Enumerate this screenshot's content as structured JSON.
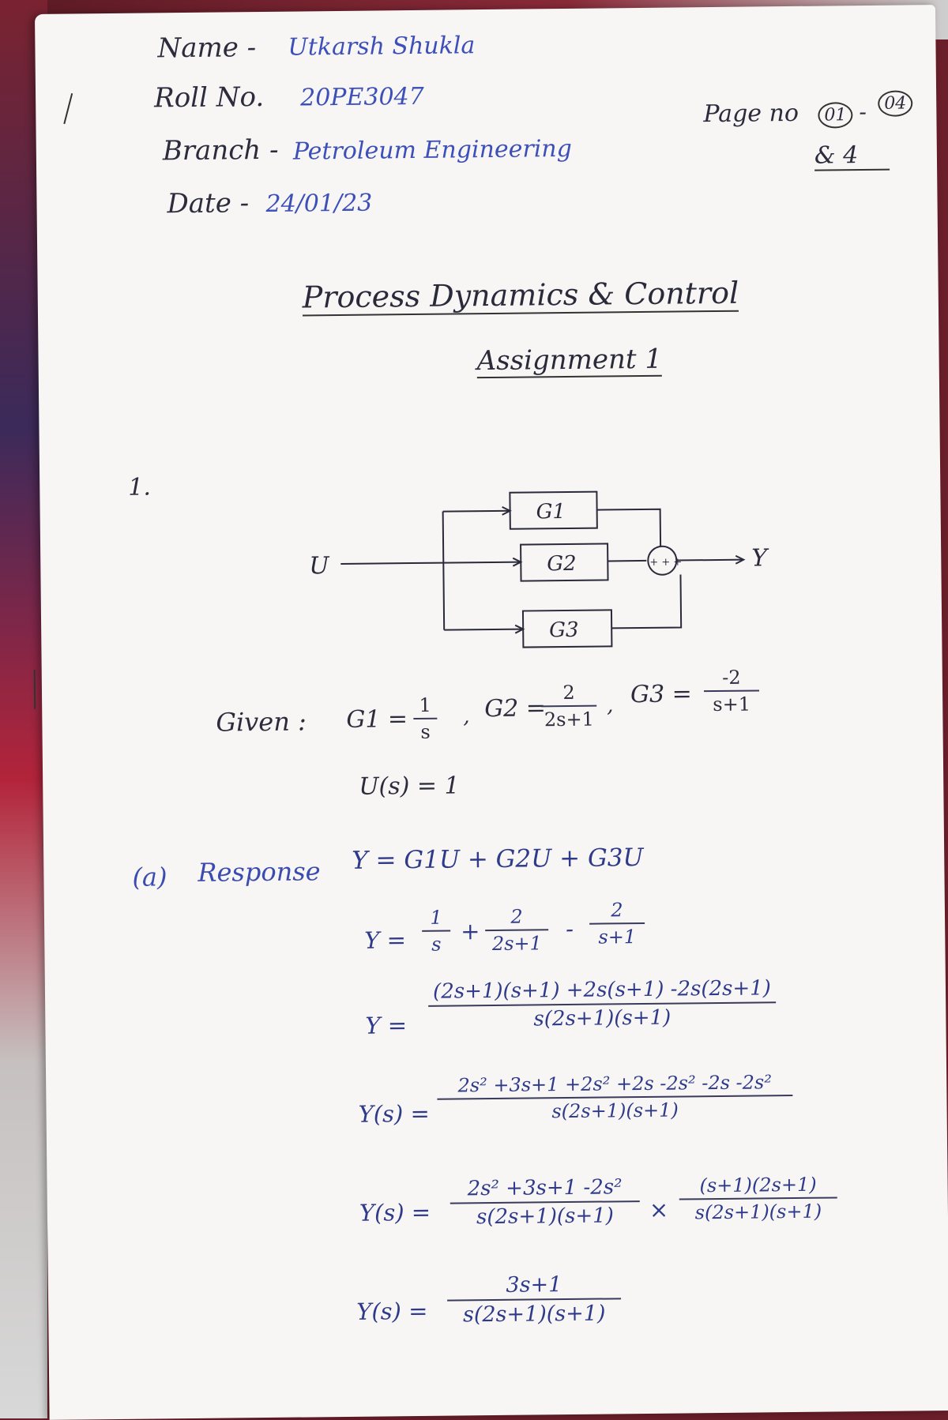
{
  "header": {
    "name_label": "Name -",
    "name_value": "Utkarsh Shukla",
    "roll_label": "Roll No.",
    "roll_value": "20PE3047",
    "branch_label": "Branch -",
    "branch_value": "Petroleum Engineering",
    "date_label": "Date -",
    "date_value": "24/01/23",
    "page_label": "Page no",
    "page_from": "01",
    "page_sep": "-",
    "page_to": "04",
    "page_note": "& 4"
  },
  "title": "Process Dynamics & Control",
  "subtitle": "Assignment 1",
  "question_number": "1.",
  "diagram": {
    "input": "U",
    "output": "Y",
    "blocks": [
      "G1",
      "G2",
      "G3"
    ],
    "junction_signs": "+ + +"
  },
  "given": {
    "label": "Given :",
    "g1_lhs": "G1 =",
    "g1_num": "1",
    "g1_den": "s",
    "g2_lhs": "G2 =",
    "g2_num": "2",
    "g2_den": "2s+1",
    "g3_lhs": "G3 =",
    "g3_num": "-2",
    "g3_den": "s+1",
    "u_eq": "U(s) = 1",
    "sep": ","
  },
  "part_a": {
    "label": "(a)",
    "response_word": "Response",
    "eq1": "Y = G1U + G2U + G3U",
    "eq2_lhs": "Y =",
    "eq2_t1_num": "1",
    "eq2_t1_den": "s",
    "eq2_op1": "+",
    "eq2_t2_num": "2",
    "eq2_t2_den": "2s+1",
    "eq2_op2": "-",
    "eq2_t3_num": "2",
    "eq2_t3_den": "s+1",
    "eq3_lhs": "Y =",
    "eq3_num": "(2s+1)(s+1) +2s(s+1) -2s(2s+1)",
    "eq3_den": "s(2s+1)(s+1)",
    "eq4_lhs": "Y(s) =",
    "eq4_num": "2s² +3s+1 +2s² +2s -2s² -2s -2s²",
    "eq4_den": "s(2s+1)(s+1)",
    "eq5_lhs": "Y(s) =",
    "eq5_num": "2s² +3s+1 -2s²",
    "eq5_den": "s(2s+1)(s+1)",
    "eq5_mult": "×",
    "eq5_num2": "(s+1)(2s+1)",
    "eq5_den2": "s(2s+1)(s+1)",
    "eq6_lhs": "Y(s) =",
    "eq6_num": "3s+1",
    "eq6_den": "s(2s+1)(s+1)"
  }
}
